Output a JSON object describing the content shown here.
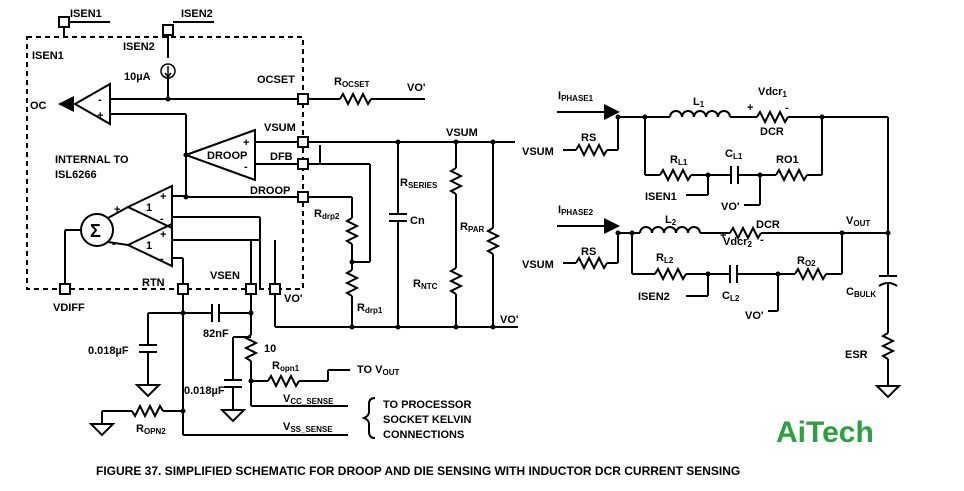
{
  "title": "FIGURE 37. SIMPLIFIED SCHEMATIC FOR DROOP AND DIE SENSING WITH INDUCTOR DCR CURRENT SENSING",
  "logo": "AiTech",
  "labels": {
    "isen1_top": "ISEN1",
    "isen2_top": "ISEN2",
    "isen1_pin": "ISEN1",
    "isen2_pin": "ISEN2",
    "current_source": "10µA",
    "ocset": "OCSET",
    "r_ocset": "R",
    "r_ocset_sub": "OCSET",
    "vo_prime_ocset": "VO'",
    "oc": "OC",
    "internal_to_1": "INTERNAL TO",
    "internal_to_2": "ISL6266",
    "droop_amp": "DROOP",
    "vsum_pin": "VSUM",
    "dfb_pin": "DFB",
    "droop_pin": "DROOP",
    "vsum_net": "VSUM",
    "r_series": "R",
    "r_series_sub": "SERIES",
    "cn": "Cn",
    "r_par": "R",
    "r_par_sub": "PAR",
    "r_ntc": "R",
    "r_ntc_sub": "NTC",
    "r_drp2": "R",
    "r_drp2_sub": "drp2",
    "r_drp1": "R",
    "r_drp1_sub": "drp1",
    "vo_prime_bus": "VO'",
    "amp1_gain": "1",
    "amp2_gain": "1",
    "sigma": "Σ",
    "rtn": "RTN",
    "vsen": "VSEN",
    "vo_prime_pin": "VO'",
    "vdiff": "VDIFF",
    "cap_82nf": "82nF",
    "cap_018_left": "0.018µF",
    "cap_018_mid": "0.018µF",
    "res_10": "10",
    "r_opn1": "R",
    "r_opn1_sub": "opn1",
    "to_vout": "TO V",
    "to_vout_sub": "OUT",
    "vcc_sense": "V",
    "vcc_sense_sub": "CC_SENSE",
    "vss_sense": "V",
    "vss_sense_sub": "SS_SENSE",
    "r_opn2": "R",
    "r_opn2_sub": "OPN2",
    "to_proc_1": "TO PROCESSOR",
    "to_proc_2": "SOCKET KELVIN",
    "to_proc_3": "CONNECTIONS",
    "iphase1": "I",
    "iphase1_sub": "PHASE1",
    "iphase2": "I",
    "iphase2_sub": "PHASE2",
    "vsum_ph1": "VSUM",
    "vsum_ph2": "VSUM",
    "rs1": "RS",
    "rs2": "RS",
    "l1": "L",
    "l1_sub": "1",
    "l2": "L",
    "l2_sub": "2",
    "vdcr1": "Vdcr",
    "vdcr1_sub": "1",
    "vdcr2": "Vdcr",
    "vdcr2_sub": "2",
    "dcr1": "DCR",
    "dcr2": "DCR",
    "rl1": "R",
    "rl1_sub": "L1",
    "rl2": "R",
    "rl2_sub": "L2",
    "cl1": "C",
    "cl1_sub": "L1",
    "cl2": "C",
    "cl2_sub": "L2",
    "ro1": "RO1",
    "ro2": "R",
    "ro2_sub": "O2",
    "isen1_ph": "ISEN1",
    "isen2_ph": "ISEN2",
    "vo_ph1": "VO'",
    "vo_ph2": "VO'",
    "vout": "V",
    "vout_sub": "OUT",
    "cbulk": "C",
    "cbulk_sub": "BULK",
    "esr": "ESR",
    "plus": "+",
    "minus": "-"
  }
}
